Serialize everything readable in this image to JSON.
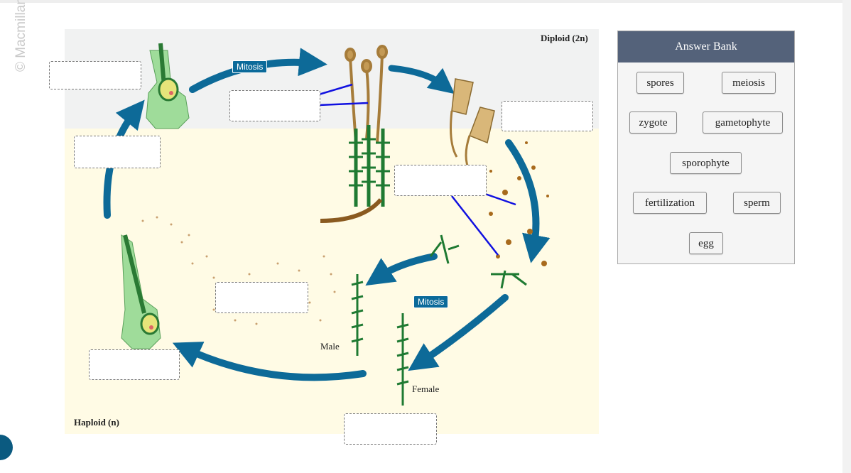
{
  "watermark": "© Macmillan Learning",
  "diagram": {
    "diploid_label": "Diploid (2n)",
    "haploid_label": "Haploid (n)",
    "mitosis_top": "Mitosis",
    "mitosis_mid": "Mitosis",
    "male_label": "Male",
    "female_label": "Female",
    "colors": {
      "arrow": "#0d6a98",
      "plant_green": "#1f7a32",
      "diploid_bg": "#f1f2f2",
      "haploid_bg": "#fffbe5",
      "leader_line": "#1010e0",
      "spore": "#a86a1c"
    }
  },
  "answer_bank": {
    "title": "Answer Bank",
    "items": [
      "spores",
      "meiosis",
      "zygote",
      "gametophyte",
      "sporophyte",
      "fertilization",
      "sperm",
      "egg"
    ]
  },
  "drop_zones": [
    "",
    "",
    "",
    "",
    "",
    "",
    "",
    ""
  ]
}
